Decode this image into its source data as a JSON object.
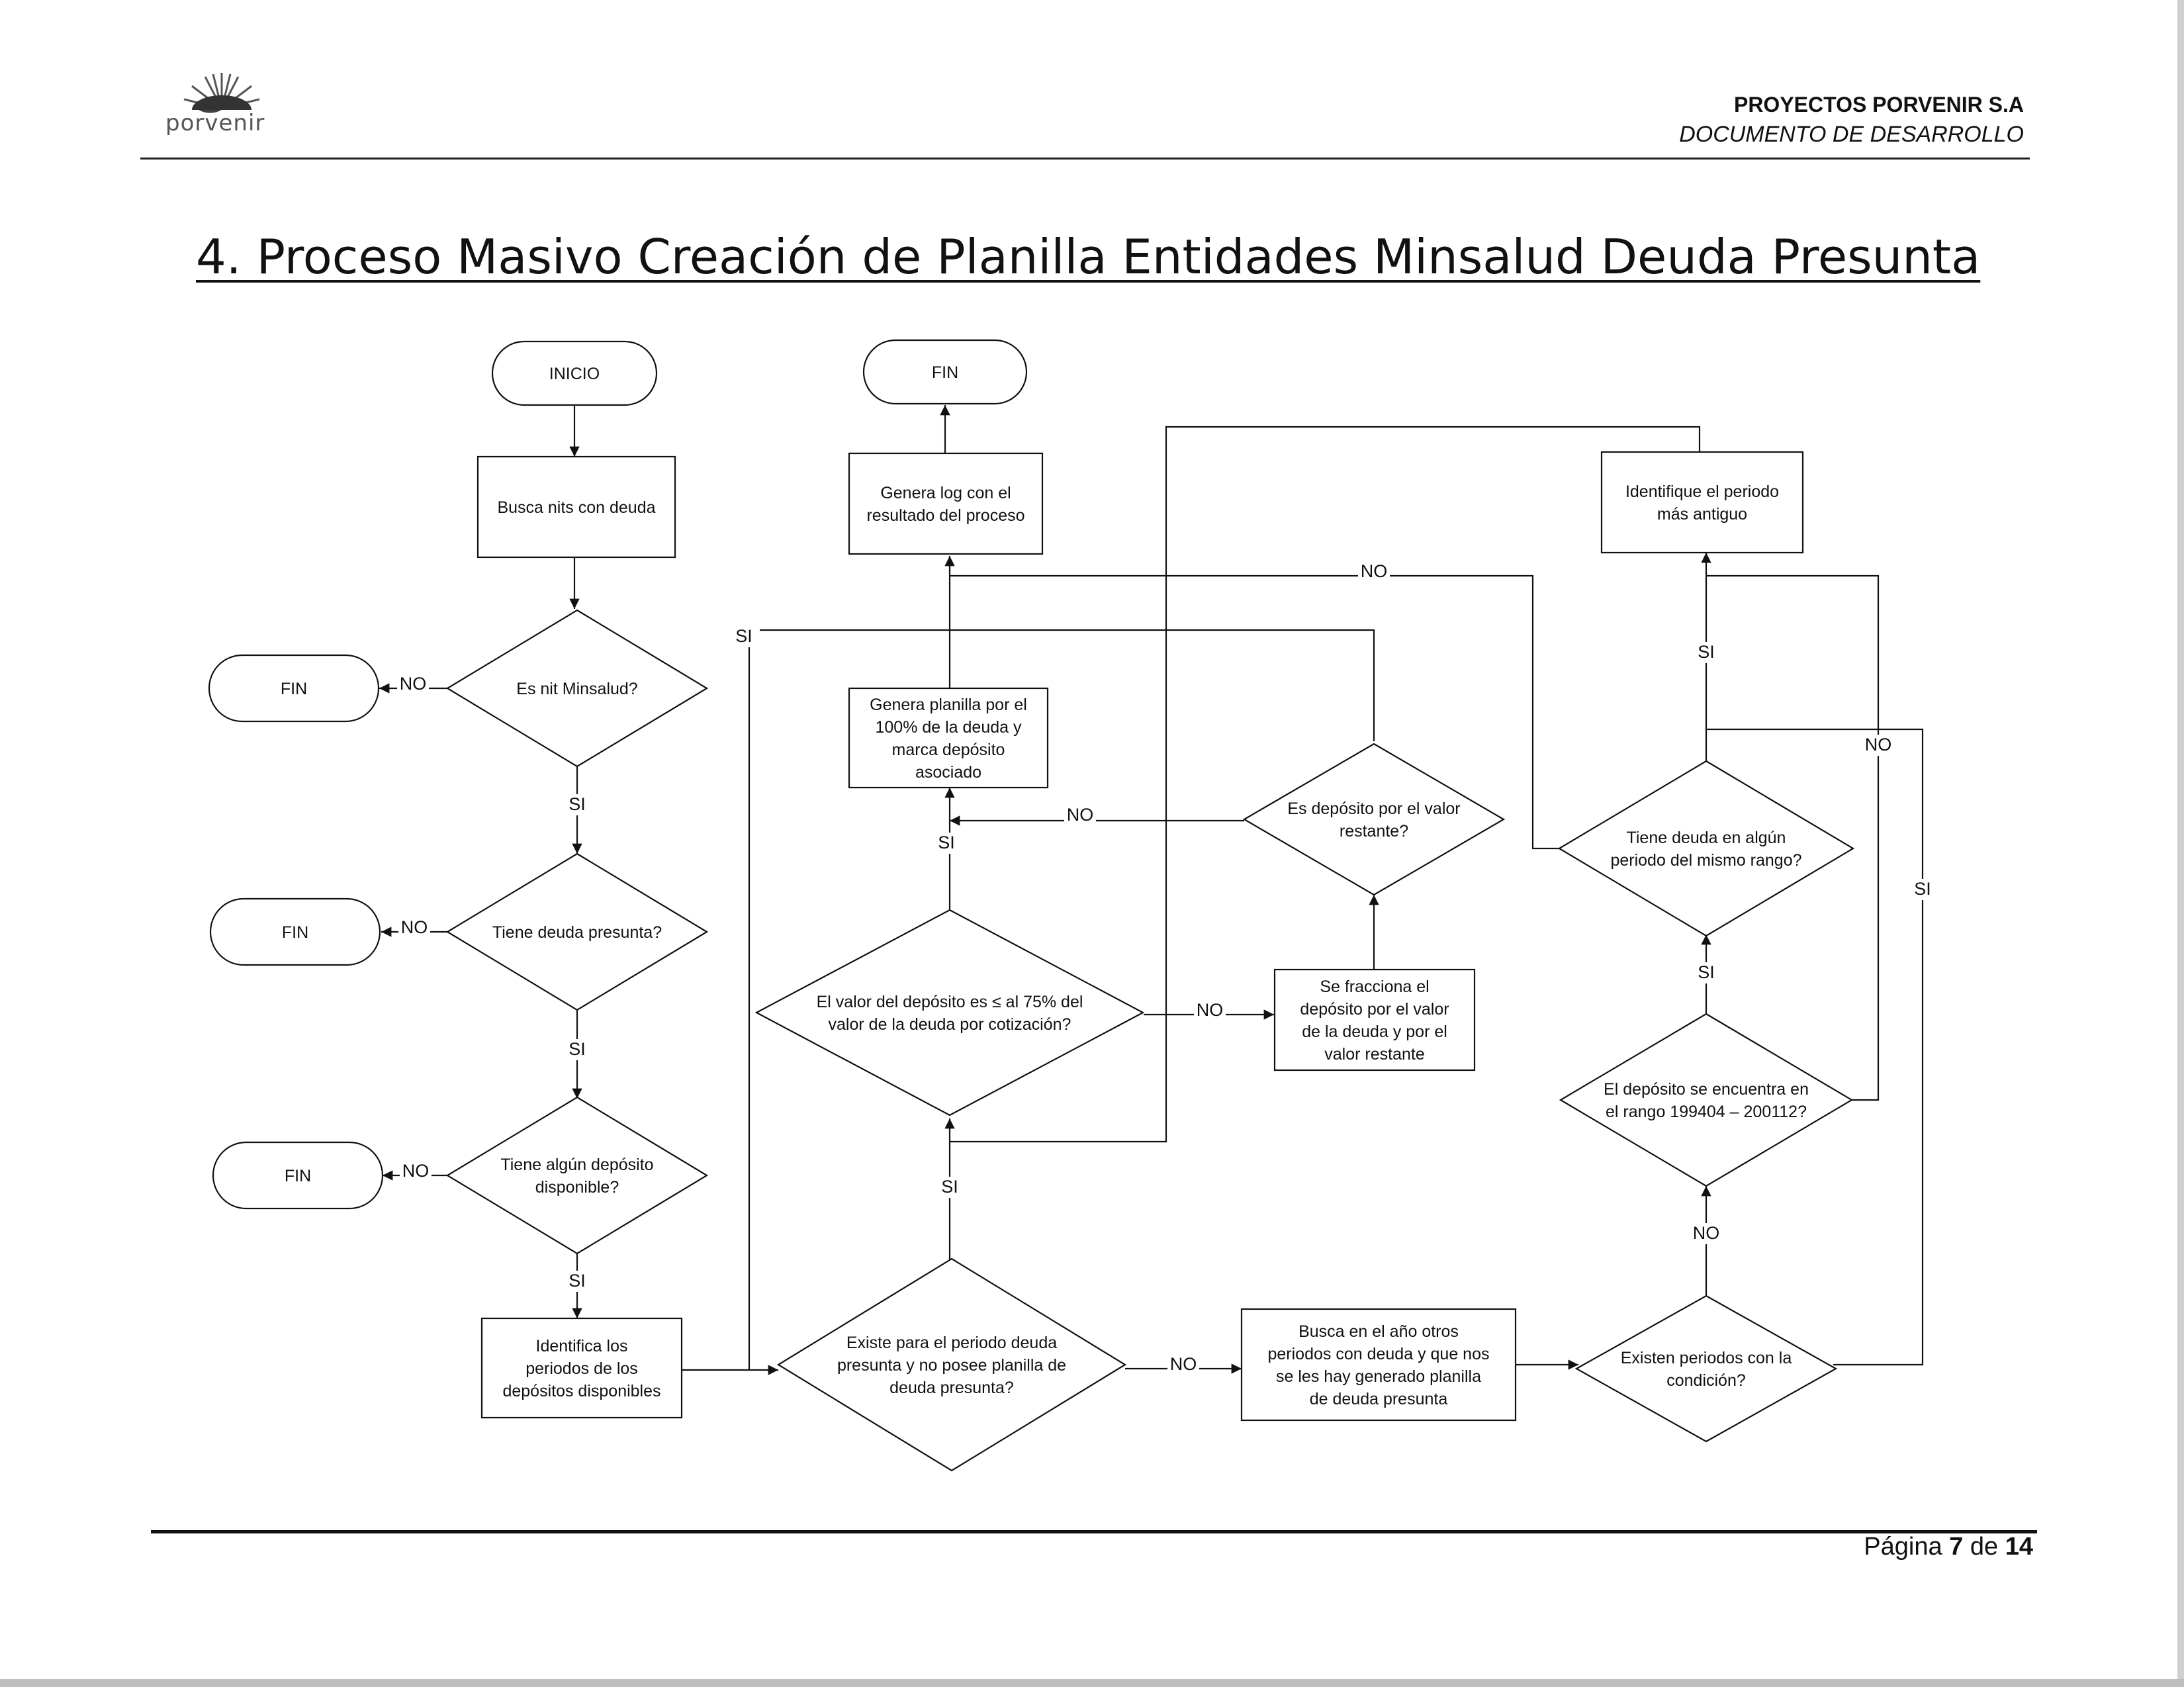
{
  "header": {
    "logo_text": "porvenir",
    "company": "PROYECTOS PORVENIR S.A",
    "document_type": "DOCUMENTO DE DESARROLLO"
  },
  "title": "4. Proceso Masivo Creación de Planilla Entidades Minsalud Deuda Presunta",
  "footer": {
    "page_label": "Página",
    "page_number": "7",
    "of_label": "de",
    "page_total": "14"
  },
  "diagram": {
    "nodes": {
      "inicio": [
        "INICIO"
      ],
      "fin_top": [
        "FIN"
      ],
      "fin_1": [
        "FIN"
      ],
      "fin_2": [
        "FIN"
      ],
      "fin_3": [
        "FIN"
      ],
      "busca_nits": [
        "Busca nits con deuda"
      ],
      "es_nit_minsalud": [
        "Es nit Minsalud?"
      ],
      "tiene_deuda_presunta": [
        "Tiene deuda presunta?"
      ],
      "tiene_deposito": [
        "Tiene algún depósito",
        "disponible?"
      ],
      "identifica_periodos": [
        "Identifica los",
        "periodos de los",
        "depósitos disponibles"
      ],
      "existe_periodo": [
        "Existe para el periodo deuda",
        "presunta y no posee planilla de",
        "deuda presunta?"
      ],
      "valor_deposito": [
        "El valor del depósito es ≤ al 75% del",
        "valor de la deuda por cotización?"
      ],
      "genera_planilla": [
        "Genera planilla por el",
        "100% de la deuda y",
        "marca depósito",
        "asociado"
      ],
      "genera_log": [
        "Genera log con el",
        "resultado del proceso"
      ],
      "es_deposito_restante": [
        "Es depósito por el valor",
        "restante?"
      ],
      "se_fracciona": [
        "Se fracciona el",
        "depósito por el valor",
        "de la deuda y por el",
        "valor restante"
      ],
      "busca_anio": [
        "Busca en el año otros",
        "periodos con deuda y que nos",
        "se les hay generado planilla",
        "de deuda presunta"
      ],
      "existen_periodos": [
        "Existen periodos con la",
        "condición?"
      ],
      "deposito_rango": [
        "El depósito se encuentra en",
        "el rango 199404 – 200112?"
      ],
      "tiene_deuda_rango": [
        "Tiene deuda en algún",
        "periodo del mismo rango?"
      ],
      "identifique_antiguo": [
        "Identifique el periodo",
        "más antiguo"
      ]
    },
    "labels": {
      "si": "SI",
      "no": "NO"
    }
  }
}
